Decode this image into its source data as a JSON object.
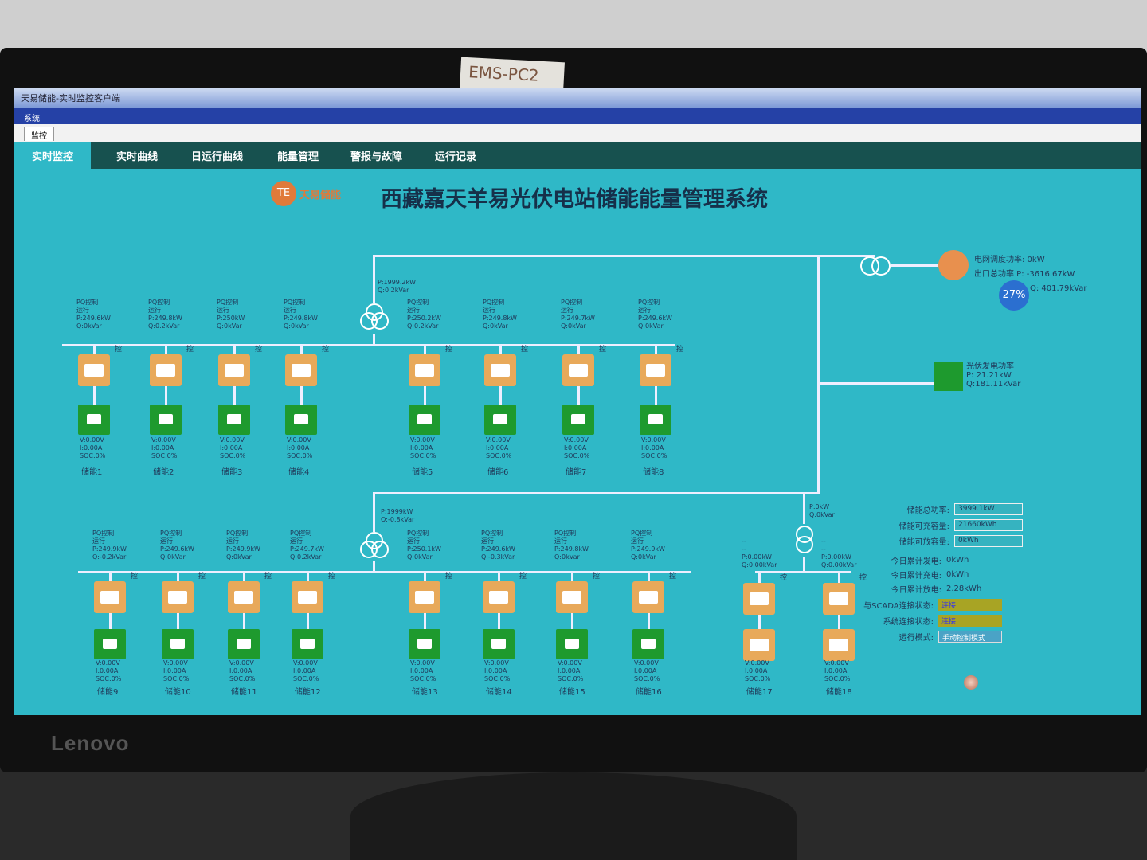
{
  "environment": {
    "sticker": "EMS-PC2",
    "monitor_brand": "Lenovo"
  },
  "window": {
    "title": "天易储能-实时监控客户端",
    "menu": "系统",
    "doc_tab": "监控"
  },
  "nav": [
    "实时监控",
    "实时曲线",
    "日运行曲线",
    "能量管理",
    "警报与故障",
    "运行记录"
  ],
  "header": {
    "logo_text": "天易储能",
    "title": "西藏嘉天羊易光伏电站储能能量管理系统"
  },
  "transformers": [
    {
      "p": "P:1999.2kW",
      "q": "Q:0.2kVar"
    },
    {
      "p": "P:1999kW",
      "q": "Q:-0.8kVar"
    },
    {
      "p": "P:0kW",
      "q": "Q:0kVar"
    }
  ],
  "grid": {
    "dispatch": "电网调度功率: 0kW",
    "export_p": "出口总功率 P: -3616.67kW",
    "export_q": "Q: 401.79kVar",
    "badge": "27%"
  },
  "pv": {
    "label": "光伏发电功率",
    "p": "P: 21.21kW",
    "q": "Q:181.11kVar"
  },
  "ctl_label": "控",
  "units": [
    {
      "name": "储能1",
      "mode": "PQ控制",
      "state": "运行",
      "p": "P:249.6kW",
      "q": "Q:0kVar"
    },
    {
      "name": "储能2",
      "mode": "PQ控制",
      "state": "运行",
      "p": "P:249.8kW",
      "q": "Q:0.2kVar"
    },
    {
      "name": "储能3",
      "mode": "PQ控制",
      "state": "运行",
      "p": "P:250kW",
      "q": "Q:0kVar"
    },
    {
      "name": "储能4",
      "mode": "PQ控制",
      "state": "运行",
      "p": "P:249.8kW",
      "q": "Q:0kVar"
    },
    {
      "name": "储能5",
      "mode": "PQ控制",
      "state": "运行",
      "p": "P:250.2kW",
      "q": "Q:0.2kVar"
    },
    {
      "name": "储能6",
      "mode": "PQ控制",
      "state": "运行",
      "p": "P:249.8kW",
      "q": "Q:0kVar"
    },
    {
      "name": "储能7",
      "mode": "PQ控制",
      "state": "运行",
      "p": "P:249.7kW",
      "q": "Q:0kVar"
    },
    {
      "name": "储能8",
      "mode": "PQ控制",
      "state": "运行",
      "p": "P:249.6kW",
      "q": "Q:0kVar"
    },
    {
      "name": "储能9",
      "mode": "PQ控制",
      "state": "运行",
      "p": "P:249.9kW",
      "q": "Q:-0.2kVar"
    },
    {
      "name": "储能10",
      "mode": "PQ控制",
      "state": "运行",
      "p": "P:249.6kW",
      "q": "Q:0kVar"
    },
    {
      "name": "储能11",
      "mode": "PQ控制",
      "state": "运行",
      "p": "P:249.9kW",
      "q": "Q:0kVar"
    },
    {
      "name": "储能12",
      "mode": "PQ控制",
      "state": "运行",
      "p": "P:249.7kW",
      "q": "Q:0.2kVar"
    },
    {
      "name": "储能13",
      "mode": "PQ控制",
      "state": "运行",
      "p": "P:250.1kW",
      "q": "Q:0kVar"
    },
    {
      "name": "储能14",
      "mode": "PQ控制",
      "state": "运行",
      "p": "P:249.6kW",
      "q": "Q:-0.3kVar"
    },
    {
      "name": "储能15",
      "mode": "PQ控制",
      "state": "运行",
      "p": "P:249.8kW",
      "q": "Q:0kVar"
    },
    {
      "name": "储能16",
      "mode": "PQ控制",
      "state": "运行",
      "p": "P:249.9kW",
      "q": "Q:0kVar"
    },
    {
      "name": "储能17",
      "mode": "--",
      "state": "--",
      "p": "P:0.00kW",
      "q": "Q:0.00kVar"
    },
    {
      "name": "储能18",
      "mode": "--",
      "state": "--",
      "p": "P:0.00kW",
      "q": "Q:0.00kVar"
    }
  ],
  "battery": {
    "v": "V:0.00V",
    "i": "I:0.00A",
    "soc": "SOC:0%"
  },
  "summary": {
    "total_power": {
      "label": "储能总功率:",
      "value": "3999.1kW"
    },
    "chargeable": {
      "label": "储能可充容量:",
      "value": "21660kWh"
    },
    "dischargeable": {
      "label": "储能可放容量:",
      "value": "0kWh"
    },
    "gen_today": {
      "label": "今日累计发电:",
      "value": "0kWh"
    },
    "charge_today": {
      "label": "今日累计充电:",
      "value": "0kWh"
    },
    "discharge_today": {
      "label": "今日累计放电:",
      "value": "2.28kWh"
    },
    "scada": {
      "label": "与SCADA连接状态:",
      "value": "连接"
    },
    "system": {
      "label": "系统连接状态:",
      "value": "连接"
    },
    "mode": {
      "label": "运行模式:",
      "value": "手动控制模式"
    }
  }
}
